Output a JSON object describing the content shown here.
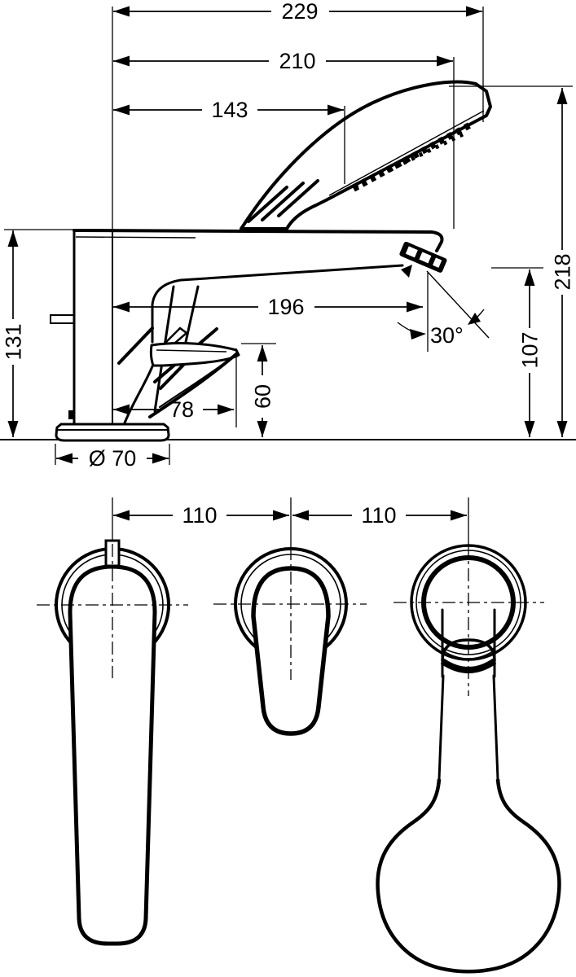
{
  "side_view": {
    "dims": {
      "overall_width": "229",
      "shower_width": "210",
      "spray_face_width": "143",
      "spout_reach": "196",
      "lever_reach": "78",
      "base_diameter": "Ø 70",
      "body_height": "131",
      "overall_height": "218",
      "outlet_height": "107",
      "lever_height": "60",
      "spray_angle": "30°"
    }
  },
  "plan_view": {
    "dims": {
      "pitch_left": "110",
      "pitch_right": "110"
    }
  },
  "colors": {
    "line": "#000000",
    "background": "#ffffff"
  }
}
